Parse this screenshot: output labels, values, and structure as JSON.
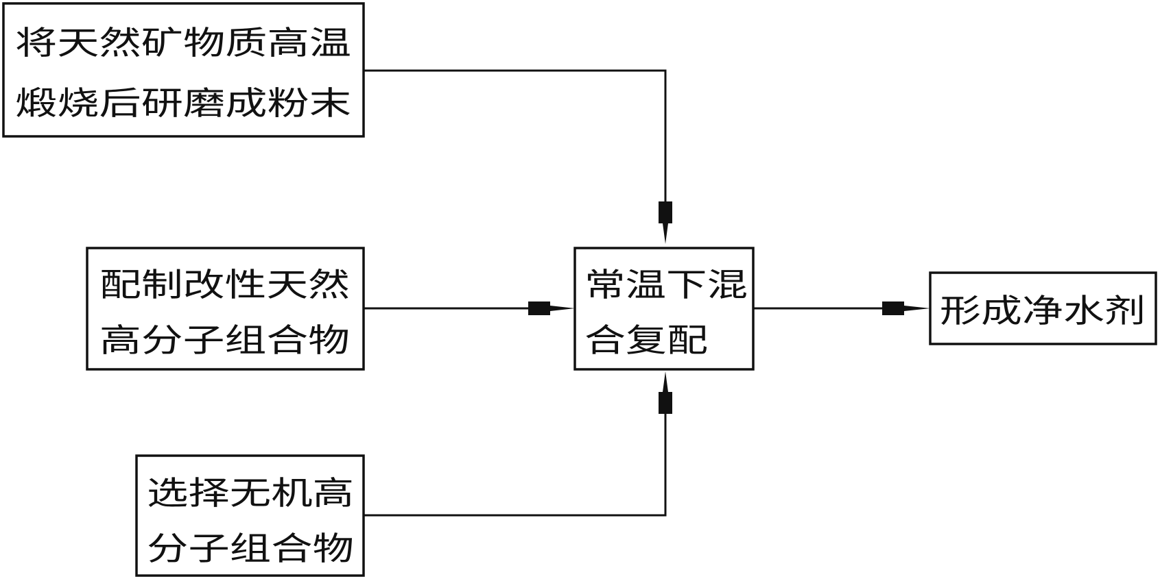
{
  "diagram": {
    "nodes": [
      {
        "id": "calcine",
        "lines": [
          "将天然矿物质高温",
          "煅烧后研磨成粉末"
        ]
      },
      {
        "id": "polymer",
        "lines": [
          "配制改性天然",
          "高分子组合物"
        ]
      },
      {
        "id": "inorganic",
        "lines": [
          "选择无机高",
          "分子组合物"
        ]
      },
      {
        "id": "mix",
        "lines": [
          "常温下混",
          "合复配"
        ]
      },
      {
        "id": "product",
        "lines": [
          "形成净水剂"
        ]
      }
    ],
    "edges": [
      {
        "from": "calcine",
        "to": "mix"
      },
      {
        "from": "polymer",
        "to": "mix"
      },
      {
        "from": "inorganic",
        "to": "mix"
      },
      {
        "from": "mix",
        "to": "product"
      }
    ]
  }
}
